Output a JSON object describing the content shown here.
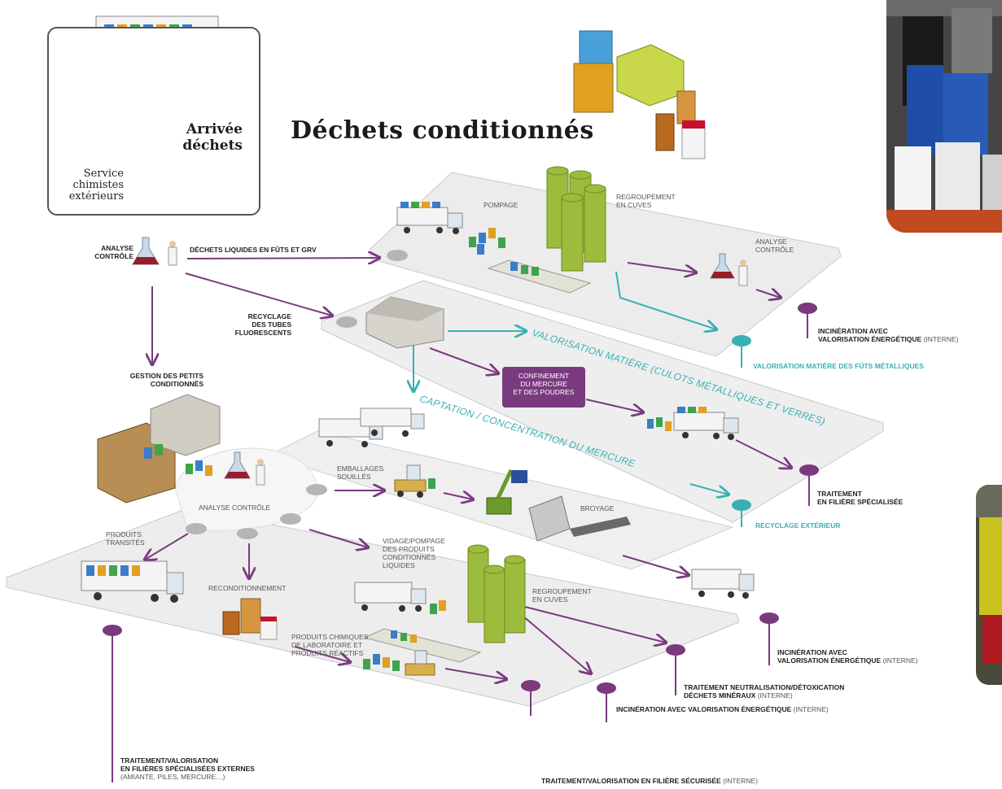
{
  "title": "Déchets conditionnés",
  "arrivee": {
    "title_line1": "Arrivée",
    "title_line2": "déchets",
    "service_line1": "Service",
    "service_line2": "chimistes",
    "service_line3": "extérieurs"
  },
  "labels": {
    "analyse_controle_top": [
      "ANALYSE",
      "CONTRÔLE"
    ],
    "dechets_liquides": "DÉCHETS LIQUIDES EN FÛTS ET GRV",
    "pompage": "POMPAGE",
    "regroupement_cuves_top": [
      "REGROUPEMENT",
      "EN CUVES"
    ],
    "analyse_controle_right": [
      "ANALYSE",
      "CONTRÔLE"
    ],
    "incineration_top": "INCINÉRATION AVEC",
    "incineration_top_2": "VALORISATION ÉNERGÉTIQUE",
    "interne": "(INTERNE)",
    "valorisation_futs": "VALORISATION MATIÈRE DES FÛTS MÉTALLIQUES",
    "recyclage_tubes": [
      "RECYCLAGE",
      "DES TUBES",
      "FLUORESCENTS"
    ],
    "valorisation_matiere": "VALORISATION MATIÈRE (CULOTS MÉTALLIQUES ET VERRES)",
    "captation": "CAPTATION / CONCENTRATION DU MERCURE",
    "confinement": [
      "CONFINEMENT",
      "DU MERCURE",
      "ET DES POUDRES"
    ],
    "traitement_specialisee": [
      "TRAITEMENT",
      "EN FILIÈRE SPÉCIALISÉE"
    ],
    "recyclage_exterieur": "RECYCLAGE EXTÉRIEUR",
    "gestion_petits": [
      "GESTION DES PETITS",
      "CONDITIONNÉS"
    ],
    "emballages": [
      "EMBALLAGES",
      "SOUILLÉS"
    ],
    "broyage": "BROYAGE",
    "analyse_controle_mid": "ANALYSE CONTRÔLE",
    "produits_transites": [
      "PRODUITS",
      "TRANSITÉS"
    ],
    "reconditionnement": "RECONDITIONNEMENT",
    "vidage": [
      "VIDAGE/POMPAGE",
      "DES PRODUITS",
      "CONDITIONNÉS",
      "LIQUIDES"
    ],
    "regroupement_cuves_bottom": [
      "REGROUPEMENT",
      "EN CUVES"
    ],
    "produits_chimiques": [
      "PRODUITS CHIMIQUES",
      "DE LABORATOIRE ET",
      "PRODUITS RÉACTIFS"
    ],
    "incineration_mid": "INCINÉRATION AVEC",
    "incineration_mid_2": "VALORISATION ÉNERGÉTIQUE",
    "traitement_neutralisation": "TRAITEMENT NEUTRALISATION/DÉTOXICATION",
    "dechets_mineraux": "DÉCHETS MINÉRAUX",
    "incineration_bottom": "INCINÉRATION AVEC VALORISATION ÉNERGÉTIQUE",
    "traitement_externes_1": "TRAITEMENT/VALORISATION",
    "traitement_externes_2": "EN FILIÈRES SPÉCIALISÉES EXTERNES",
    "traitement_externes_3": "(AMIANTE, PILES, MERCURE…)",
    "traitement_securisee": "TRAITEMENT/VALORISATION EN FILIÈRE SÉCURISÉE"
  },
  "colors": {
    "purple": "#7a3a7e",
    "teal": "#3ab0b3",
    "platform": "#ececec",
    "node_grey": "#b5b5b5"
  }
}
